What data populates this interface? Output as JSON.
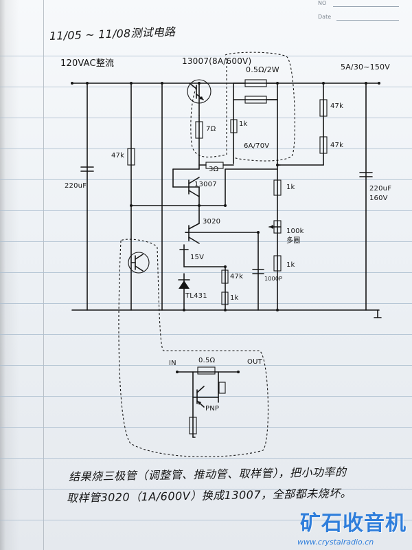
{
  "header": {
    "no_label": "NO",
    "date_label": "Date"
  },
  "notes": {
    "title": "11/05 ~ 11/08测试电路",
    "input_label": "120VAC整流",
    "top_transistor_label": "13007(8A/600V)",
    "shunt_resistor_label": "0.5Ω/2W",
    "output_label": "5A/30~150V",
    "left_resistor_label": "47k",
    "left_capacitor_label": "220uF",
    "r7_label": "7Ω",
    "r1k_top_label": "1k",
    "spec_label": "6A/70V",
    "r3_label": "3Ω",
    "lower_13007_label": "13007",
    "output_cap_label": "220uF\n160V",
    "right_res_1": "47k",
    "right_res_2": "47k",
    "right_res_3": "1k",
    "pot_label": "100k\n多圈",
    "right_res_4": "1k",
    "transistor_3020": "3020",
    "zener_15v": "15V",
    "res_47k_lower": "47k",
    "res_1k_lower": "1k",
    "cap_1000p": "1000P",
    "tl431_label": "TL431",
    "in_label": "IN",
    "bottom_shunt_label": "0.5Ω",
    "out_label": "OUT",
    "pnp_label": "PNP",
    "conclusion_1": "结果烧三极管（调整管、推动管、取样管），把小功率的",
    "conclusion_2": "取样管3020（1A/600V）换成13007，全部都未烧坏。"
  },
  "watermark": {
    "brand": "矿石收音机",
    "url": "www.crystalradio.cn"
  }
}
